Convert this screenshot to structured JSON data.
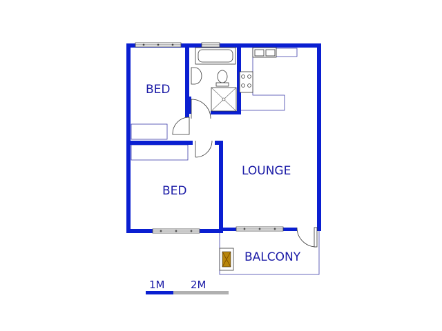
{
  "plan": {
    "rooms": {
      "bed_top": "BED",
      "bed_bottom": "BED",
      "lounge": "LOUNGE",
      "balcony": "BALCONY"
    },
    "scale_bar": {
      "label_1": "1M",
      "label_2": "2M"
    },
    "colors": {
      "wall": "#0a1fd1",
      "label": "#1a1aa6",
      "scale_dark": "#0a1fd1",
      "scale_light": "#b0b0b0"
    }
  }
}
